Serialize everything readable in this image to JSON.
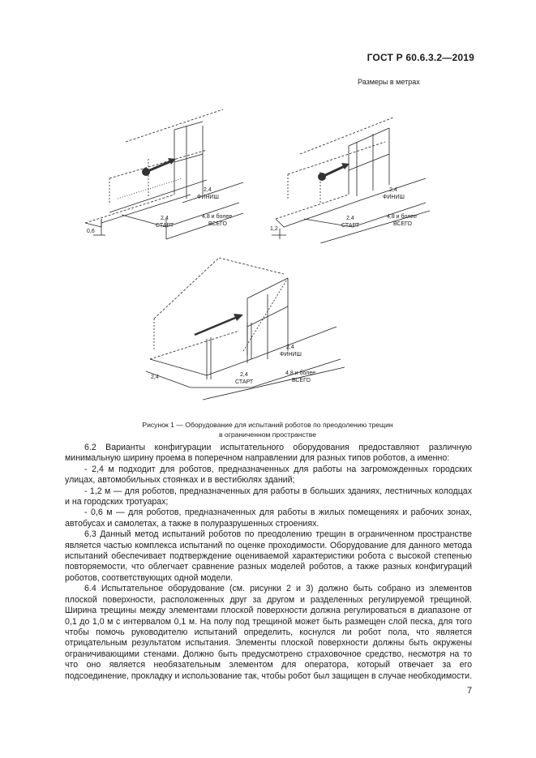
{
  "header": {
    "standard": "ГОСТ Р 60.6.3.2—2019"
  },
  "units_note": "Размеры в метрах",
  "figures": {
    "fig_a": {
      "width_label": "0,6",
      "start_label": "СТАРТ",
      "start_val": "2,4",
      "finish_label": "ФИНИШ",
      "finish_val": "2,4",
      "total_val": "4,8 и более",
      "total_label": "ВСЕГО"
    },
    "fig_b": {
      "width_label": "1,2",
      "start_label": "СТАРТ",
      "start_val": "2,4",
      "finish_label": "ФИНИШ",
      "finish_val": "2,4",
      "total_val": "4,8 и более",
      "total_label": "ВСЕГО"
    },
    "fig_c": {
      "width_label": "2,4",
      "start_label": "СТАРТ",
      "start_val": "2,4",
      "finish_label": "ФИНИШ",
      "finish_val": "2,4",
      "total_val": "4,8 и более",
      "total_label": "ВСЕГО"
    }
  },
  "caption": {
    "line1": "Рисунок 1 — Оборудование для испытаний роботов по преодолению трещин",
    "line2": "в ограниченном пространстве"
  },
  "body": {
    "p62": "6.2 Варианты конфигурации испытательного оборудования предоставляют различную минимальную ширину проема в поперечном направлении для разных типов роботов, а именно:",
    "item1": "- 2,4 м подходит для роботов, предназначенных для работы на загроможденных городских улицах, автомобильных стоянках и в вестибюлях зданий;",
    "item2": "- 1,2 м — для роботов, предназначенных для работы в больших зданиях, лестничных колодцах и на городских тротуарах;",
    "item3": "- 0,6 м — для роботов, предназначенных для работы в жилых помещениях и рабочих зонах, автобусах и самолетах, а также в полуразрушенных строениях.",
    "p63": "6.3 Данный метод испытаний роботов по преодолению трещин в ограниченном пространстве является частью комплекса испытаний по оценке проходимости. Оборудование для данного метода испытаний обеспечивает подтверждение оцениваемой характеристики робота с высокой степенью повторяемости, что облегчает сравнение разных моделей роботов, а также разных конфигураций роботов, соответствующих одной модели.",
    "p64": "6.4 Испытательное оборудование (см. рисунки 2 и 3) должно быть собрано из элементов плоской поверхности, расположенных друг за другом и разделенных регулируемой трещиной. Ширина трещины между элементами плоской поверхности должна регулироваться в диапазоне от 0,1 до 1,0 м с интервалом 0,1 м. На полу под трещиной может быть размещен слой песка, для того чтобы помочь руководителю испытаний определить, коснулся ли робот пола, что является отрицательным результатом испытания. Элементы плоской поверхности должны быть окружены ограничивающими стенами. Должно быть предусмотрено страховочное средство, несмотря на то что оно является необязательным элементом для оператора, который отвечает за его подсоединение, прокладку и использование так, чтобы робот был защищен в случае необходимости."
  },
  "page_number": "7"
}
